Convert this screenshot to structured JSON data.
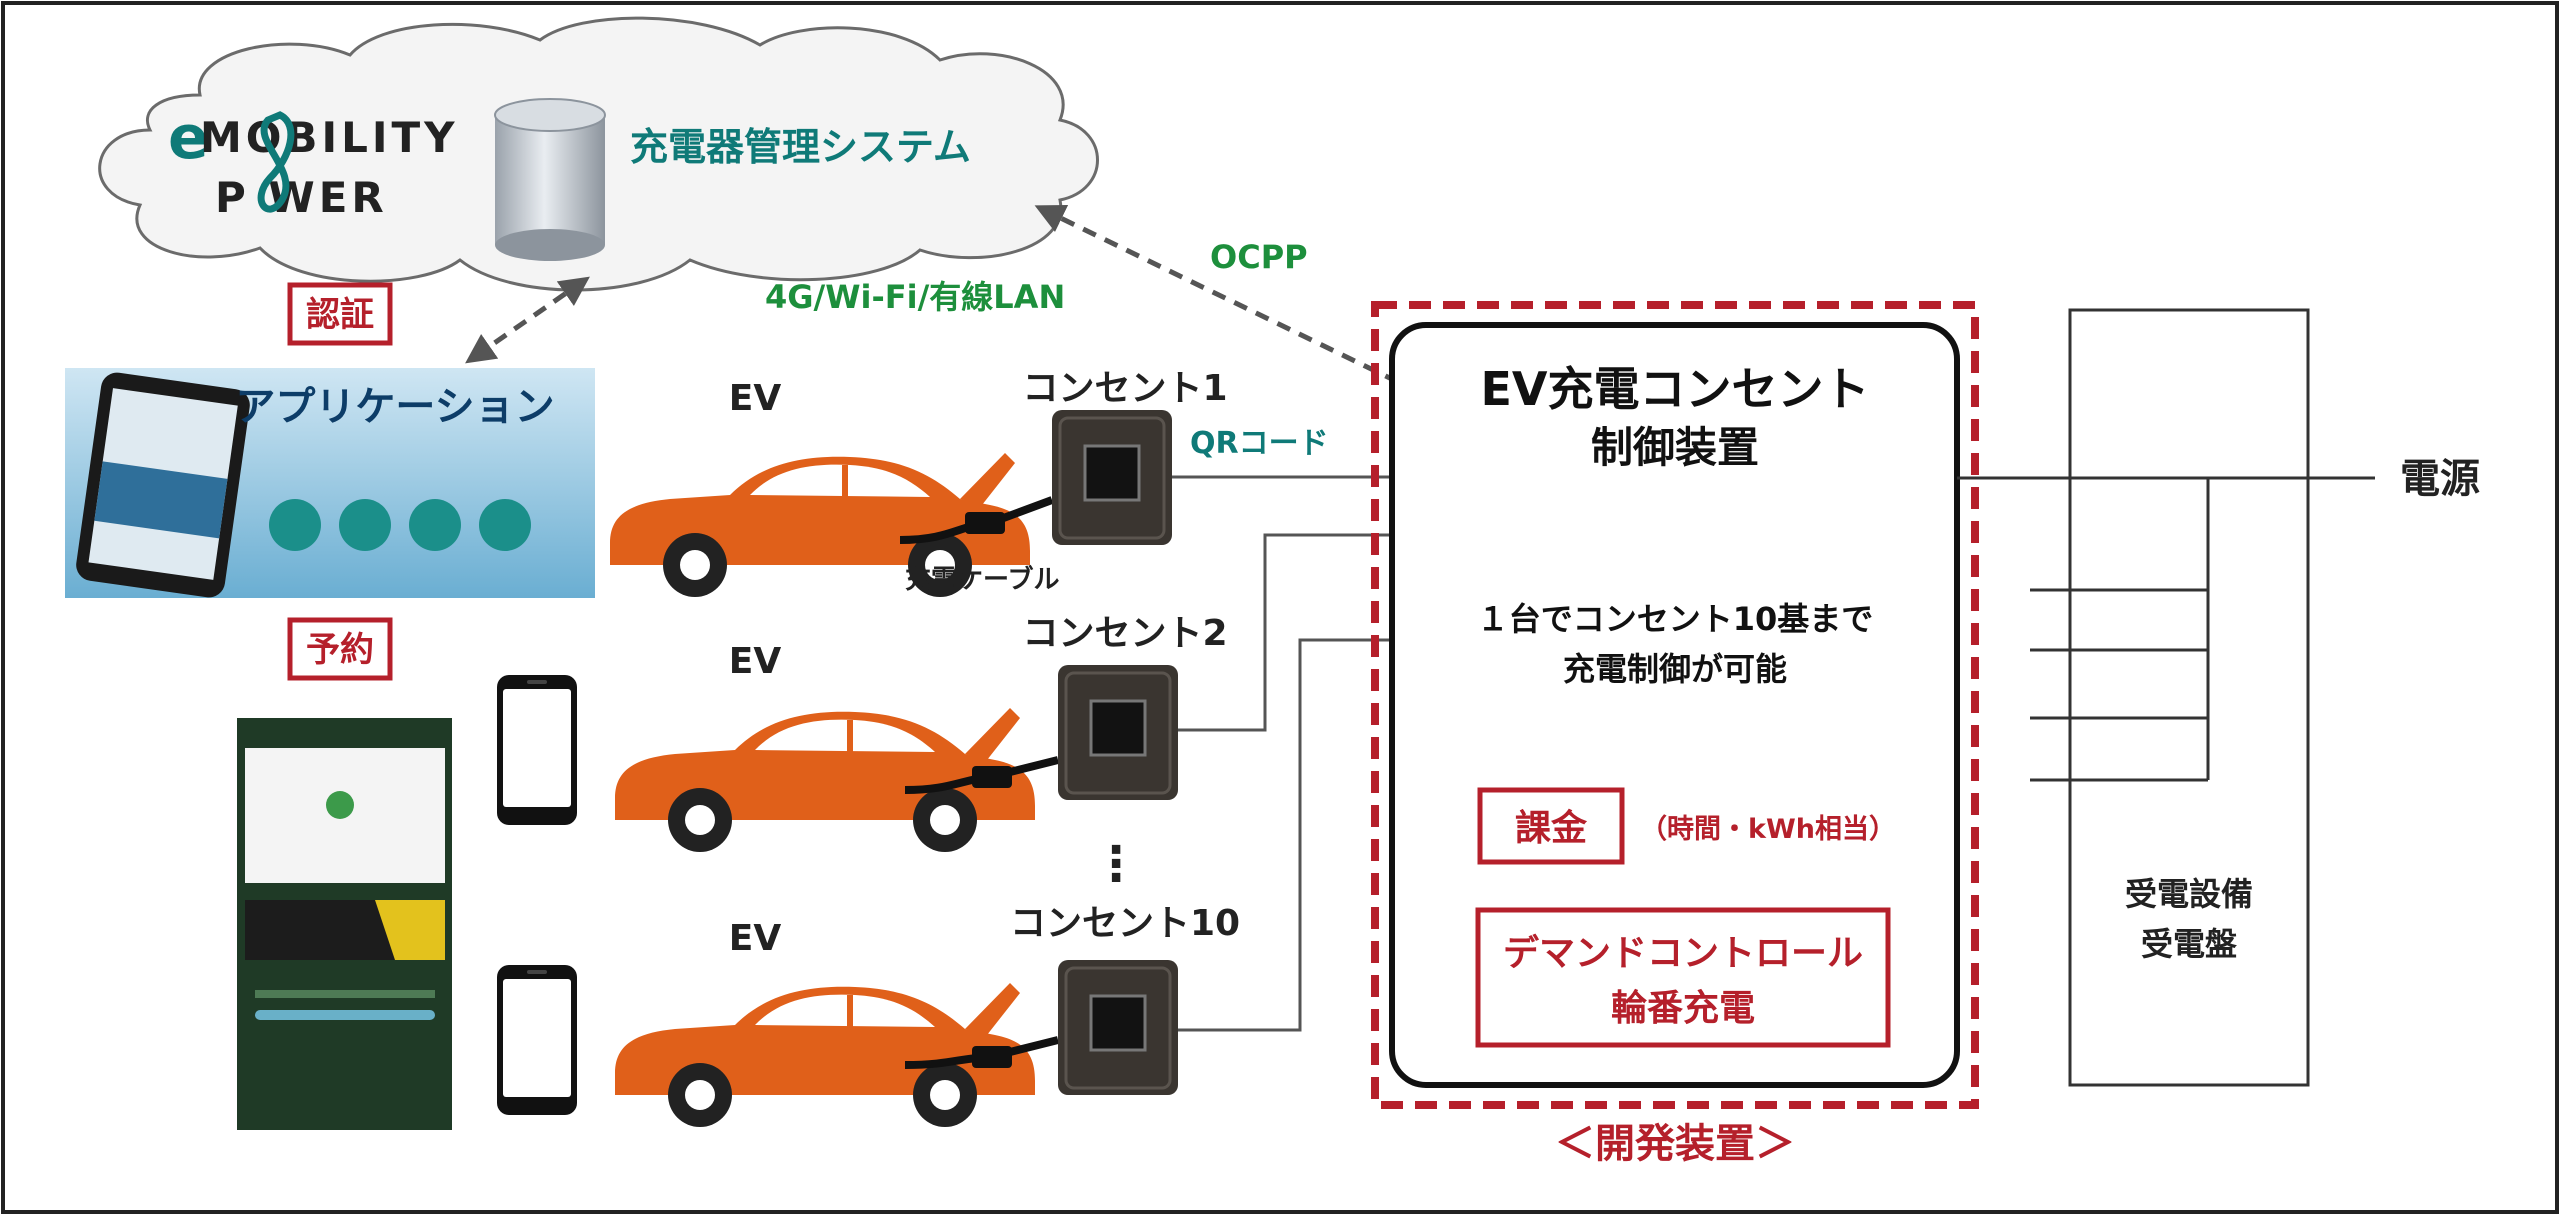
{
  "colors": {
    "frame": "#222222",
    "teal": "#0f7a78",
    "green": "#1d8f3c",
    "red": "#b5202b",
    "car": "#e0601a",
    "outlet": "#3a3530",
    "line": "#555555"
  },
  "cloud": {
    "logo_line1": "MOBILITY",
    "logo_e": "e",
    "logo_line2": "P  WER",
    "system_label": "充電器管理システム"
  },
  "protocols": {
    "network": "4G/Wi-Fi/有線LAN",
    "ocpp": "OCPP",
    "qr": "QRコード"
  },
  "left": {
    "auth_badge": "認証",
    "app_banner": "アプリケーション",
    "reserve_badge": "予約"
  },
  "ev_label": "EV",
  "cable_label": "充電ケーブル",
  "outlets": [
    "コンセント1",
    "コンセント2",
    "コンセント10"
  ],
  "ellipsis": "⋮",
  "controller": {
    "title_line1": "EV充電コンセント",
    "title_line2": "制御装置",
    "desc_line1": "１台でコンセント10基まで",
    "desc_line2": "充電制御が可能",
    "billing": "課金",
    "billing_note": "（時間・kWh相当）",
    "demand_line1": "デマンドコントロール",
    "demand_line2": "輪番充電",
    "caption": "＜開発装置＞"
  },
  "power": {
    "source": "電源",
    "equipment_line1": "受電設備",
    "equipment_line2": "受電盤"
  }
}
